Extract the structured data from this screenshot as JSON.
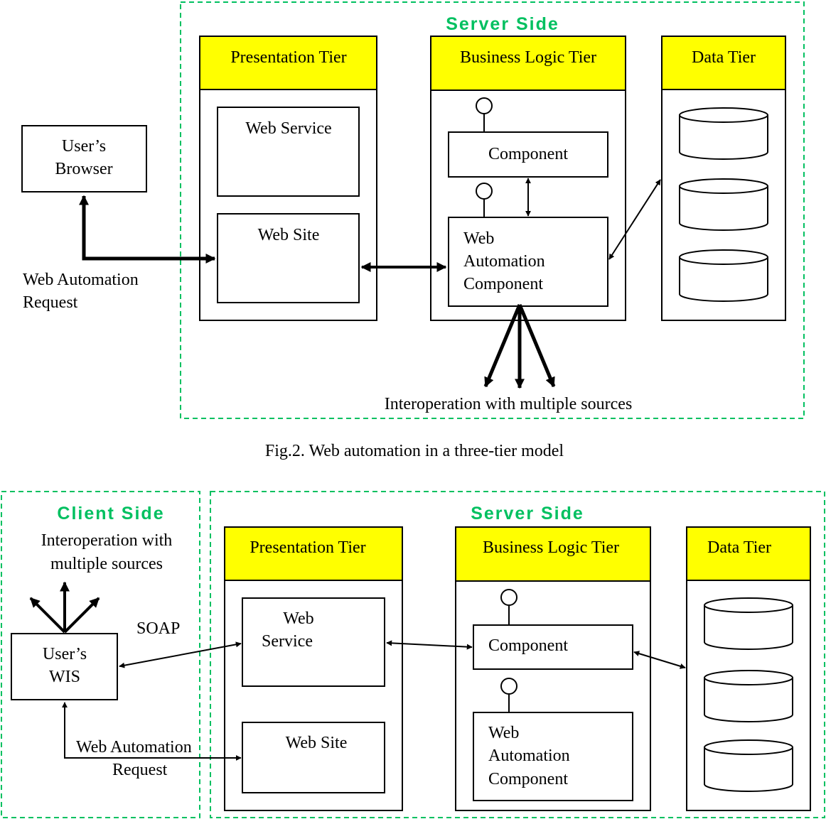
{
  "fig2": {
    "server_side": "Server Side",
    "presentation_tier": "Presentation Tier",
    "business_logic_tier": "Business Logic Tier",
    "data_tier": "Data Tier",
    "web_service": "Web Service",
    "web_site": "Web Site",
    "component": "Component",
    "wac_line1": "Web",
    "wac_line2": "Automation",
    "wac_line3": "Component",
    "browser_line1": "User’s",
    "browser_line2": "Browser",
    "request_line1": "Web Automation",
    "request_line2": "Request",
    "interop": "Interoperation with multiple sources",
    "caption": "Fig.2. Web automation in a three-tier model"
  },
  "fig3": {
    "client_side": "Client Side",
    "server_side": "Server Side",
    "interop_line1": "Interoperation with",
    "interop_line2": "multiple sources",
    "wis_line1": "User’s",
    "wis_line2": "WIS",
    "soap": "SOAP",
    "request_line1": "Web Automation",
    "request_line2": "Request",
    "presentation_tier": "Presentation Tier",
    "business_logic_tier": "Business Logic Tier",
    "data_tier": "Data Tier",
    "web_service_line1": "Web",
    "web_service_line2": "Service",
    "web_site": "Web Site",
    "component": "Component",
    "wac_line1": "Web",
    "wac_line2": "Automation",
    "wac_line3": "Component"
  },
  "colors": {
    "accent_green": "#00c060",
    "header_yellow": "#ffff00"
  }
}
